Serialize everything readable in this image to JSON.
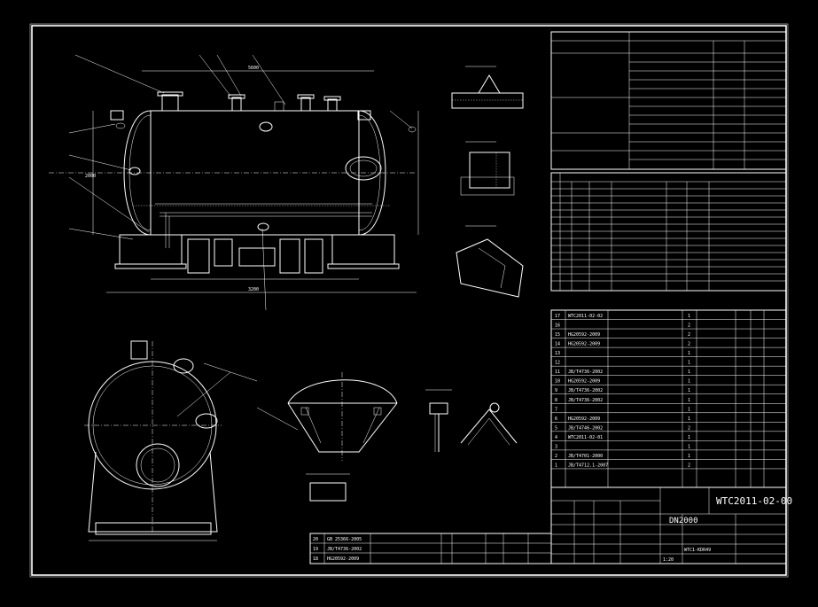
{
  "title_block": {
    "drawing_number": "WTC2011-02-00",
    "drawing_title": "DN2000",
    "scale": "1:20",
    "code": "WTC1-KDR49"
  },
  "parts_list": {
    "rows": [
      {
        "no": "17",
        "std": "WTC2011-02-02",
        "qty": "1"
      },
      {
        "no": "16",
        "std": "",
        "qty": "2"
      },
      {
        "no": "15",
        "std": "HG20592-2009",
        "qty": "2"
      },
      {
        "no": "14",
        "std": "HG20592-2009",
        "qty": "2"
      },
      {
        "no": "13",
        "std": "",
        "qty": "1"
      },
      {
        "no": "12",
        "std": "",
        "qty": "1"
      },
      {
        "no": "11",
        "std": "JB/T4736-2002",
        "qty": "1"
      },
      {
        "no": "10",
        "std": "HG20592-2009",
        "qty": "1"
      },
      {
        "no": "9",
        "std": "JB/T4736-2002",
        "qty": "1"
      },
      {
        "no": "8",
        "std": "JB/T4736-2002",
        "qty": "1"
      },
      {
        "no": "7",
        "std": "",
        "qty": "1"
      },
      {
        "no": "6",
        "std": "HG20592-2009",
        "qty": "1"
      },
      {
        "no": "5",
        "std": "JB/T4746-2002",
        "qty": "2"
      },
      {
        "no": "4",
        "std": "WTC2011-02-01",
        "qty": "1"
      },
      {
        "no": "3",
        "std": "",
        "qty": "1"
      },
      {
        "no": "2",
        "std": "JB/T4701-2000",
        "qty": "1"
      },
      {
        "no": "1",
        "std": "JB/T4712.1-2007",
        "qty": "2"
      }
    ]
  },
  "lower_table": {
    "rows": [
      {
        "no": "20",
        "std": "GB 25366-2005"
      },
      {
        "no": "19",
        "std": "JB/T4736-2002"
      },
      {
        "no": "18",
        "std": "HG20592-2009"
      }
    ]
  },
  "views": {
    "main_elevation": "main-elevation",
    "end_view": "end-view",
    "section_view": "section-view"
  },
  "dimensions": {
    "overall_length": "5600",
    "diameter": "2000",
    "support_spacing": "3200"
  }
}
